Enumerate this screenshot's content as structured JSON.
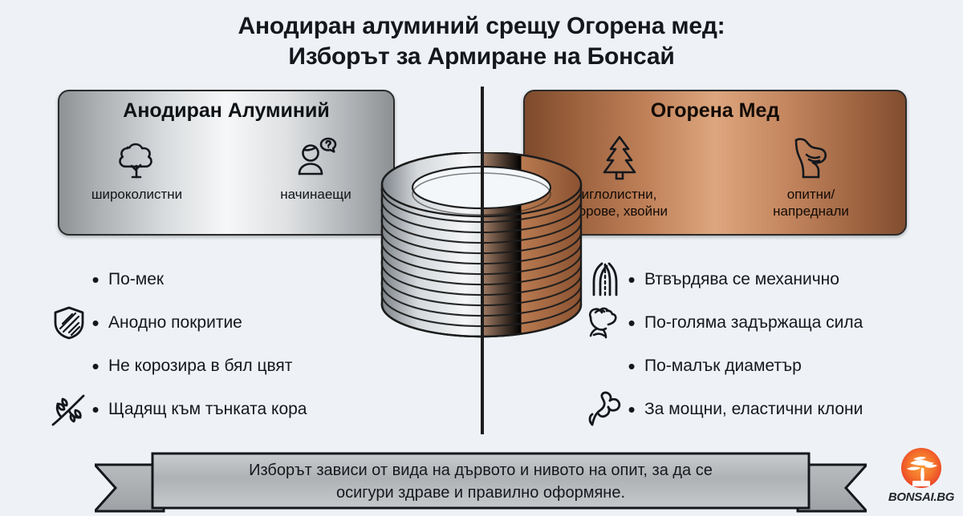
{
  "title": {
    "line1": "Анодиран алуминий срещу Огорена мед:",
    "line2": "Изборът за Армиране на Бонсай"
  },
  "panels": {
    "left": {
      "heading": "Анодиран Алуминий",
      "icons": [
        {
          "name": "deciduous-tree-icon",
          "caption": "широколистни"
        },
        {
          "name": "beginner-person-question-icon",
          "caption": "начинаещи"
        }
      ],
      "color_dark": "#8d9093",
      "color_light": "#f6f7f8"
    },
    "right": {
      "heading": "Огорена Мед",
      "icons": [
        {
          "name": "conifer-tree-icon",
          "caption_line1": "иглолистни,",
          "caption_line2": "борове, хвойни"
        },
        {
          "name": "flexed-bicep-icon",
          "caption_line1": "опитни/",
          "caption_line2": "напреднали"
        }
      ],
      "color_dark": "#7d4a2c",
      "color_light": "#dda67e"
    }
  },
  "lists": {
    "left": [
      {
        "icon": "",
        "text": "По-мек"
      },
      {
        "icon": "shield-icon",
        "text": "Анодно покритие"
      },
      {
        "icon": "",
        "text": "Не корозира в бял цвят"
      },
      {
        "icon": "leafy-branch-icon",
        "text": "Щадящ към тънката кора"
      }
    ],
    "right": [
      {
        "icon": "bending-wire-icon",
        "text": "Втвърдява се механично"
      },
      {
        "icon": "gripping-fist-icon",
        "text": "По-голяма задържаща сила"
      },
      {
        "icon": "",
        "text": "По-малък диаметър"
      },
      {
        "icon": "thick-branch-icon",
        "text": "За мощни, еластични клони"
      }
    ]
  },
  "coil": {
    "name": "bonsai-wire-coil",
    "left_material": "anodised-aluminium",
    "right_material": "annealed-copper",
    "silver_color": "#c9cdd0",
    "copper_color": "#c27a4f"
  },
  "banner": {
    "line1": "Изборът зависи от вида на дървото и нивото на опит, за да се",
    "line2": "осигури здраве и правилно оформяне."
  },
  "logo": {
    "name": "BONSAI.BG",
    "sun_color": "#f04a23",
    "sun_color_2": "#f7931e"
  },
  "background_color": "#eef2f6"
}
